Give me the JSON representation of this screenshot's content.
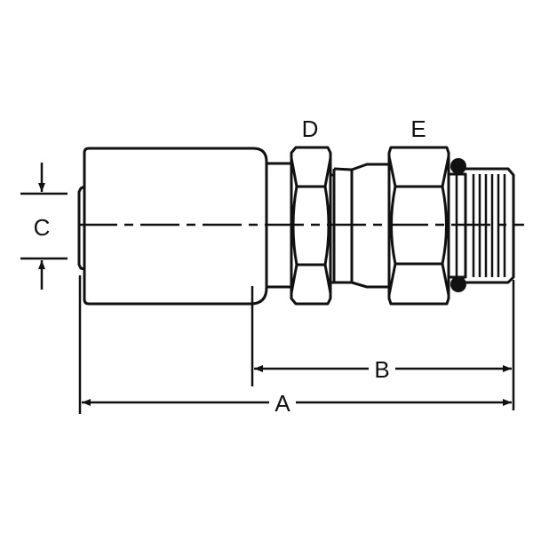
{
  "diagram": {
    "labels": {
      "A": "A",
      "B": "B",
      "C": "C",
      "D": "D",
      "E": "E"
    },
    "colors": {
      "line": "#111111",
      "background": "#ffffff"
    }
  }
}
